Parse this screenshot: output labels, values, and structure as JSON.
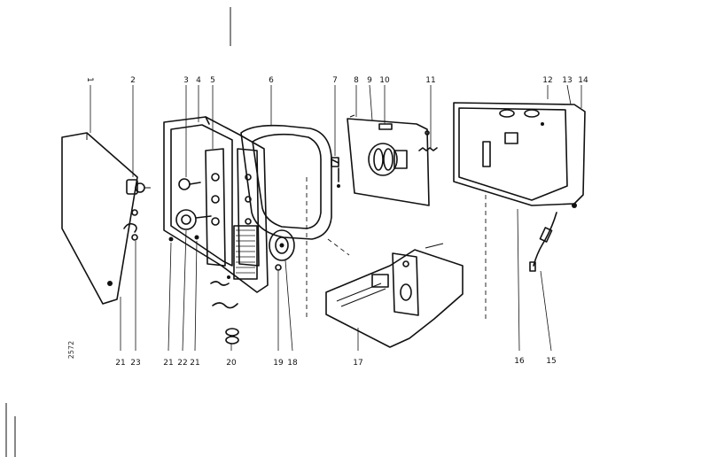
{
  "diagram": {
    "top_labels": [
      "1",
      "2",
      "3",
      "4",
      "5",
      "6",
      "7",
      "8",
      "9",
      "10",
      "11",
      "12",
      "13",
      "14"
    ],
    "bottom_labels": [
      "21",
      "23",
      "21",
      "22",
      "21",
      "20",
      "19",
      "18",
      "17",
      "16",
      "15"
    ],
    "side_note": "2572",
    "colors": {
      "ink": "#111111",
      "paper": "#ffffff"
    }
  }
}
